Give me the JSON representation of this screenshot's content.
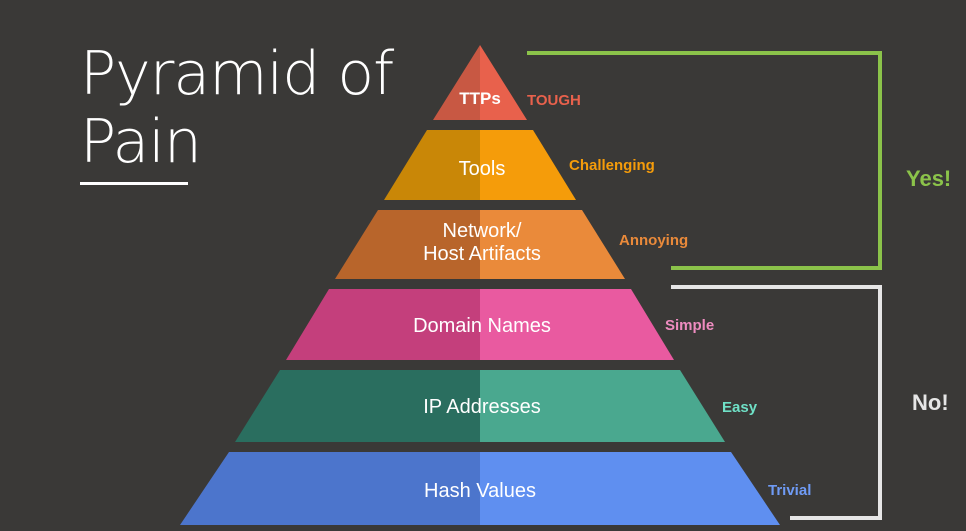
{
  "title": {
    "line1": "Pyramid of",
    "line2": "Pain"
  },
  "levels": [
    {
      "label": "TTPs",
      "difficulty": "TOUGH",
      "left_color": "#c85843",
      "right_color": "#e8614c",
      "difficulty_color": "#e8614c"
    },
    {
      "label": "Tools",
      "difficulty": "Challenging",
      "left_color": "#c98707",
      "right_color": "#f59c0a",
      "difficulty_color": "#f59c0a"
    },
    {
      "label_lines": [
        "Network/",
        "Host Artifacts"
      ],
      "difficulty": "Annoying",
      "left_color": "#b8652b",
      "right_color": "#ea8a3a",
      "difficulty_color": "#ea8a3a"
    },
    {
      "label": "Domain Names",
      "difficulty": "Simple",
      "left_color": "#c43f7c",
      "right_color": "#e95aa0",
      "difficulty_color": "#ee8cc0"
    },
    {
      "label": "IP Addresses",
      "difficulty": "Easy",
      "left_color": "#2a6e5f",
      "right_color": "#4aa88f",
      "difficulty_color": "#6fe0c6"
    },
    {
      "label": "Hash Values",
      "difficulty": "Trivial",
      "left_color": "#4c75cc",
      "right_color": "#5f8ff0",
      "difficulty_color": "#6f9bf5"
    }
  ],
  "brackets": {
    "yes": {
      "label": "Yes!",
      "color": "#8bc34a"
    },
    "no": {
      "label": "No!",
      "color": "#e6e6e6"
    }
  }
}
